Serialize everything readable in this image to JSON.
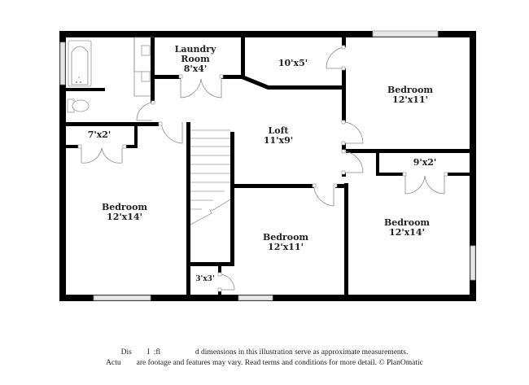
{
  "floor_plan": {
    "rooms": [
      {
        "id": "laundry",
        "name": "Laundry Room",
        "name_line1": "Laundry",
        "name_line2": "Room",
        "dimensions": "8'x4'"
      },
      {
        "id": "closet-10x5",
        "name": "",
        "dimensions": "10'x5'"
      },
      {
        "id": "bedroom-ne",
        "name": "Bedroom",
        "dimensions": "12'x11'"
      },
      {
        "id": "loft",
        "name": "Loft",
        "dimensions": "11'x9'"
      },
      {
        "id": "closet-7x2",
        "name": "",
        "dimensions": "7'x2'"
      },
      {
        "id": "closet-9x2",
        "name": "",
        "dimensions": "9'x2'"
      },
      {
        "id": "bedroom-w",
        "name": "Bedroom",
        "dimensions": "12'x14'"
      },
      {
        "id": "bedroom-center",
        "name": "Bedroom",
        "dimensions": "12'x11'"
      },
      {
        "id": "bedroom-se",
        "name": "Bedroom",
        "dimensions": "12'x14'"
      },
      {
        "id": "closet-3x3",
        "name": "",
        "dimensions": "3'x3'"
      }
    ],
    "colors": {
      "wall": "#000000",
      "fixture_line": "#9a9a9a",
      "window_fill": "#e6e6e6",
      "background": "#ffffff",
      "text": "#222222"
    }
  },
  "disclaimer": {
    "line1": "Dis    I :fl         d dimensions in this illustration serve as approximate measurements.",
    "line2": "Actu    are footage and features may vary. Read terms and conditions for more detail. © PlanOmatic"
  }
}
